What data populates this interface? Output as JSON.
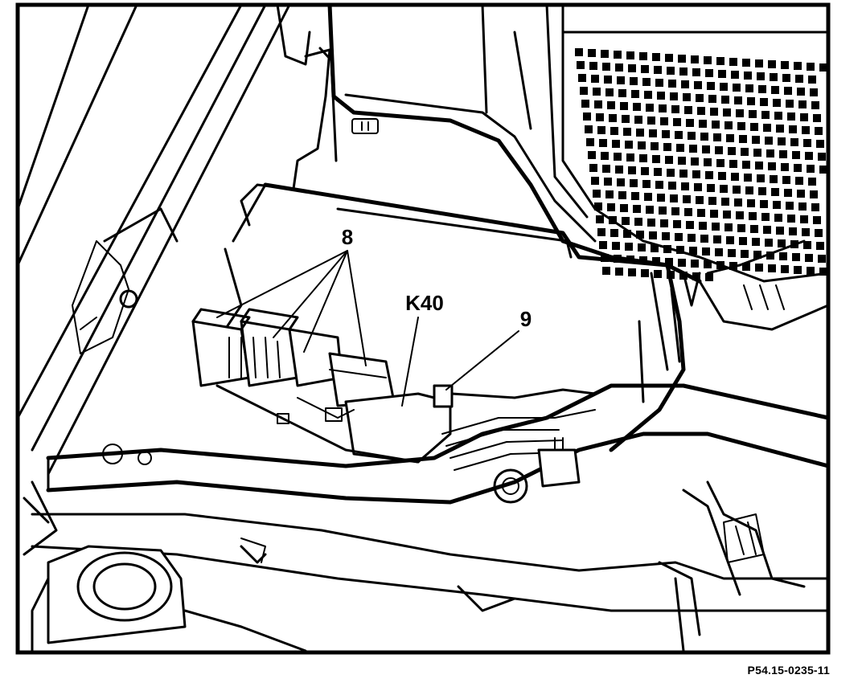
{
  "figure": {
    "callouts": {
      "relays": "8",
      "control_unit": "K40",
      "connector": "9"
    },
    "reference_code": "P54.15-0235-11"
  }
}
